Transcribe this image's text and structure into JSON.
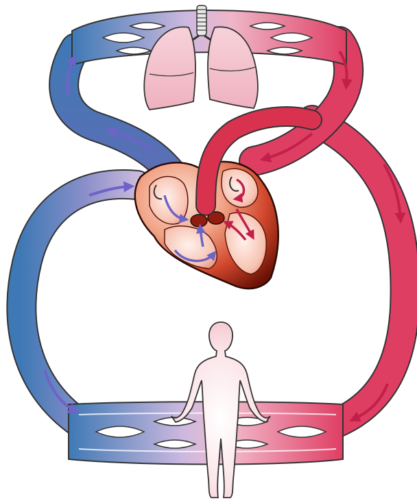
{
  "diagram": {
    "text_labels": [],
    "colors": {
      "deoxygenated": "#3f79b5",
      "oxygenated": "#df3e63",
      "transition": "#c9b9dc",
      "heart_dark": "#7a1608",
      "heart_mid": "#d1472c",
      "heart_light": "#f7c2ae",
      "lung_fill": "#f4bfc9",
      "body_fill": "#f9d9de",
      "arrow_blue": "#6e63c6",
      "arrow_red": "#c31f49",
      "outline": "#2f2f2f"
    },
    "parts": [
      {
        "id": "lungs",
        "icon": "lungs-icon"
      },
      {
        "id": "trachea",
        "icon": "trachea-icon"
      },
      {
        "id": "heart",
        "icon": "heart-icon"
      },
      {
        "id": "human-body",
        "icon": "human-figure-icon"
      },
      {
        "id": "pulmonary-capillary-bed",
        "icon": "capillary-network-icon"
      },
      {
        "id": "systemic-capillary-bed",
        "icon": "capillary-network-icon"
      },
      {
        "id": "pulmonary-artery",
        "icon": "vessel-icon"
      },
      {
        "id": "pulmonary-vein",
        "icon": "vessel-icon"
      },
      {
        "id": "aorta",
        "icon": "vessel-icon"
      },
      {
        "id": "vena-cava",
        "icon": "vessel-icon"
      }
    ]
  }
}
